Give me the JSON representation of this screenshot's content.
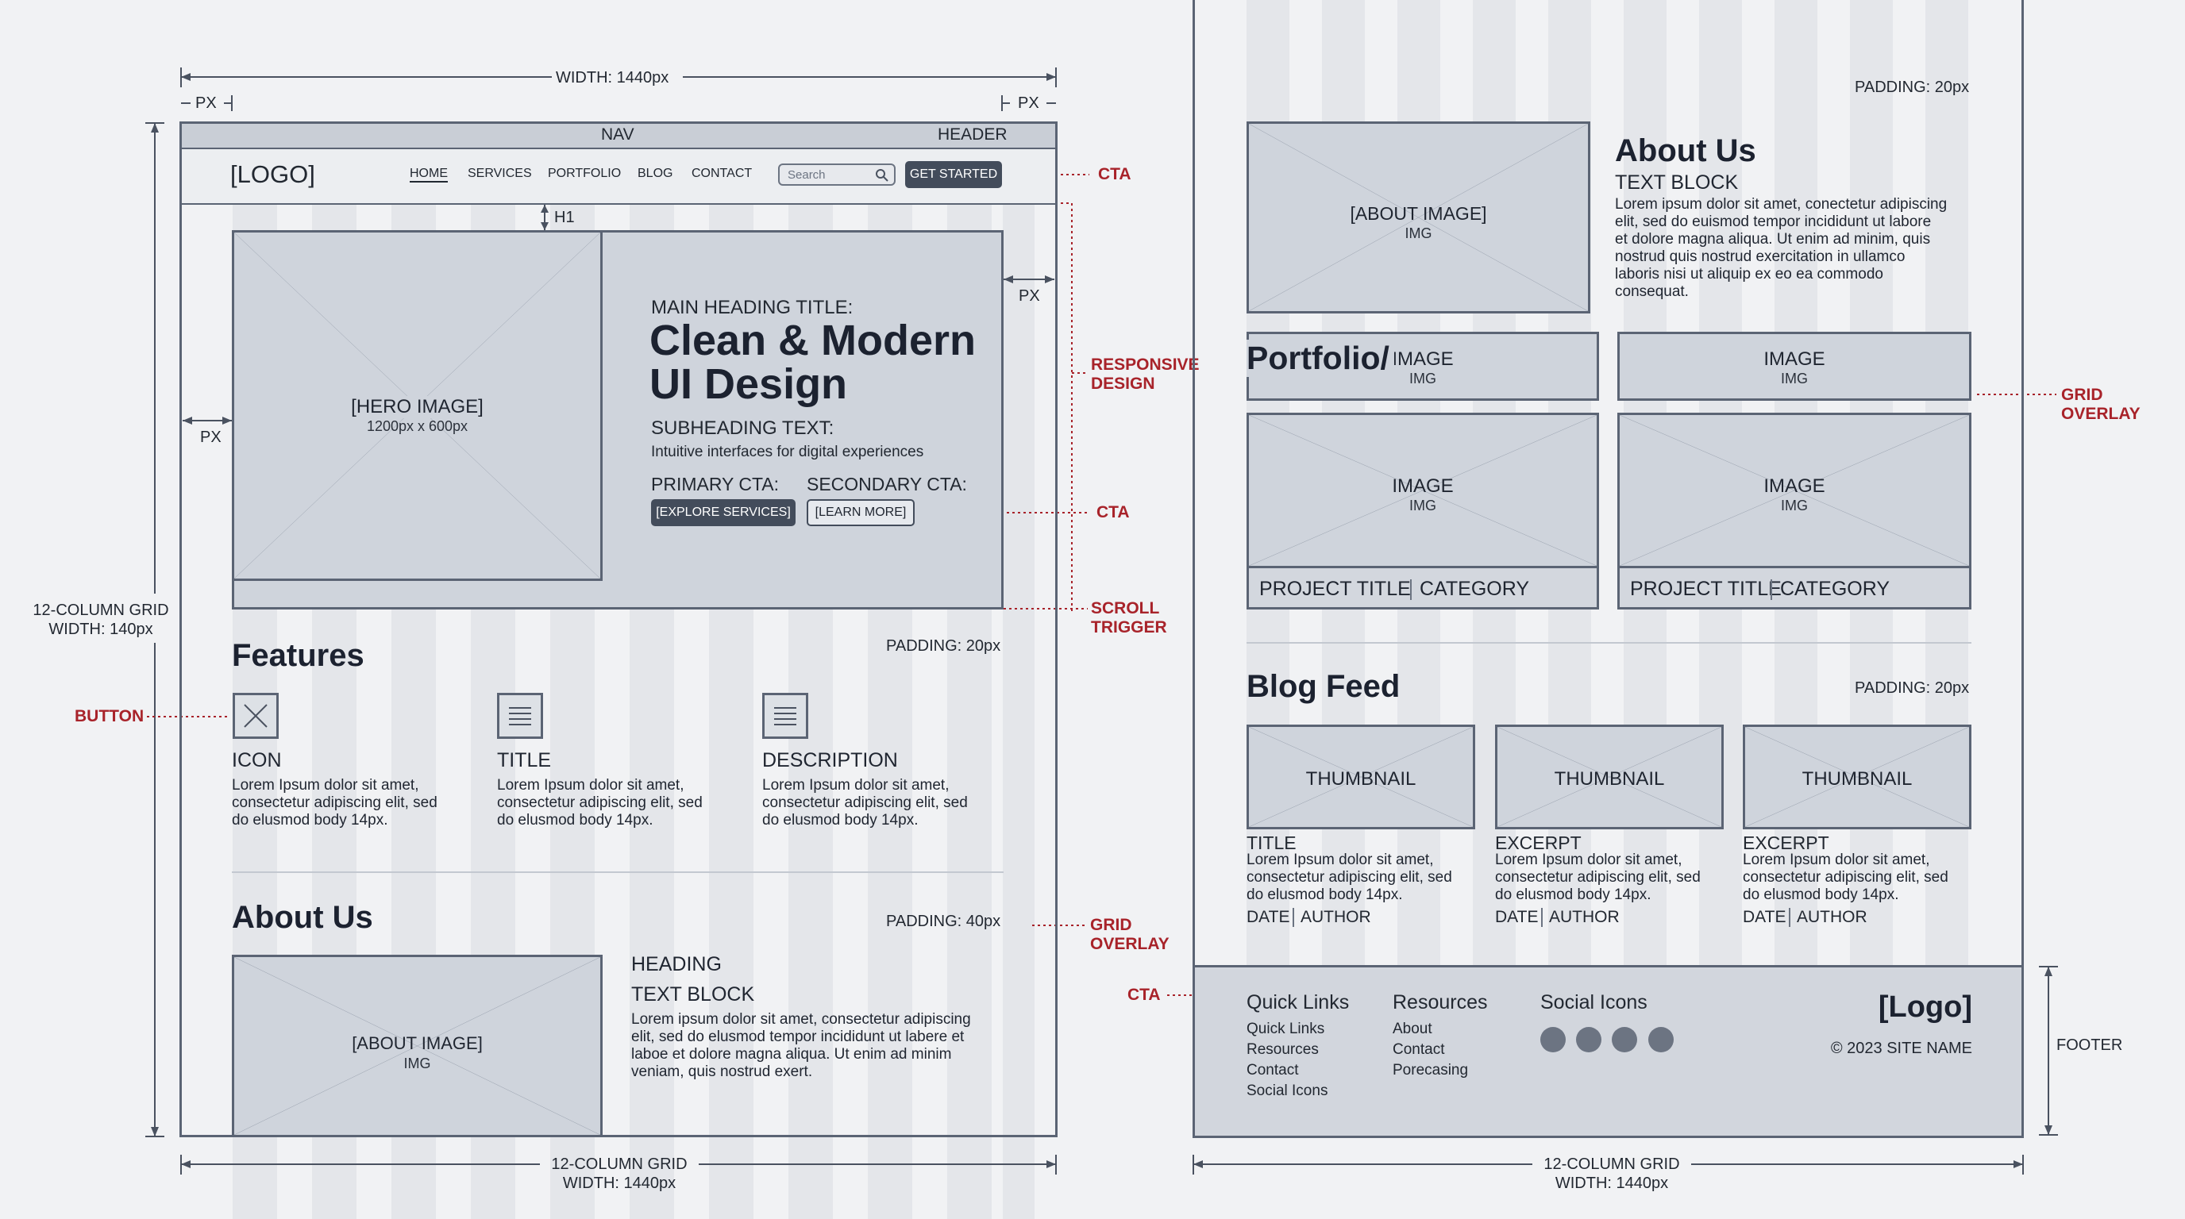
{
  "dims": {
    "width_top": "WIDTH: 1440px",
    "px": "PX",
    "grid_left": "12-COLUMN GRID\nWIDTH: 140px",
    "grid_bottom": "12-COLUMN GRID\nWIDTH: 1440px",
    "h1": "H1",
    "padding20": "PADDING: 20px",
    "padding40": "PADDING: 40px",
    "footer": "FOOTER"
  },
  "annotations": {
    "cta": "CTA",
    "responsive": "RESPONSIVE\nDESIGN",
    "scroll": "SCROLL\nTRIGGER",
    "button": "BUTTON",
    "grid_overlay": "GRID\nOVERLAY"
  },
  "header": {
    "nav_label": "NAV",
    "header_label": "HEADER",
    "logo": "[LOGO]",
    "nav": [
      "HOME",
      "SERVICES",
      "PORTFOLIO",
      "BLOG",
      "CONTACT"
    ],
    "search_placeholder": "Search",
    "cta": "GET STARTED"
  },
  "hero": {
    "image_label": "[HERO IMAGE]",
    "image_size": "1200px x 600px",
    "main_heading_label": "MAIN HEADING TITLE:",
    "title_line1": "Clean & Modern",
    "title_line2": "UI Design",
    "subheading_label": "SUBHEADING TEXT:",
    "subheading": "Intuitive interfaces for digital experiences",
    "primary_label": "PRIMARY CTA:",
    "secondary_label": "SECONDARY CTA:",
    "primary_btn": "[EXPLORE SERVICES]",
    "secondary_btn": "[LEARN MORE]"
  },
  "features": {
    "title": "Features",
    "items": [
      {
        "heading": "ICON",
        "text": "Lorem Ipsum dolor sit amet,\nconsectetur adipiscing elit, sed\ndo elusmod body 14px."
      },
      {
        "heading": "TITLE",
        "text": "Lorem Ipsum dolor sit amet,\nconsectetur adipiscing elit, sed\ndo elusmod body 14px."
      },
      {
        "heading": "DESCRIPTION",
        "text": "Lorem Ipsum dolor sit amet,\nconsectetur adipiscing elit, sed\ndo elusmod body 14px."
      }
    ]
  },
  "about_left": {
    "title": "About Us",
    "image_label": "[ABOUT IMAGE]",
    "image_sub": "IMG",
    "heading": "HEADING",
    "text_block": "TEXT BLOCK",
    "text": "Lorem ipsum dolor sit amet, consectetur adipiscing\nelit, sed do elusmod tempor incididunt ut labere et\nlaboe et dolore magna aliqua. Ut enim ad minim\nveniam, quis nostrud exert."
  },
  "about_right": {
    "title": "About Us",
    "image_label": "[ABOUT IMAGE]",
    "image_sub": "IMG",
    "text_block": "TEXT BLOCK",
    "text": "Lorem ipsum dolor sit amet, conectetur adipiscing\nelit, sed do euismod tempor incididunt ut labore\net dolore magna aliqua. Ut enim ad minim, quis\nnostrud quis nostrud exercitation in ullamco\nlaboris nisi ut aliquip ex eo ea commodo\nconsequat."
  },
  "portfolio": {
    "title": "Portfolio/",
    "image": "IMAGE",
    "img": "IMG",
    "project": "PROJECT TITLE",
    "category": "CATEGORY"
  },
  "blog": {
    "title": "Blog Feed",
    "thumb": "THUMBNAIL",
    "cards": [
      {
        "heading": "TITLE",
        "text": "Lorem Ipsum dolor sit amet,\nconsectetur adipiscing elit, sed\ndo elusmod body 14px.",
        "date": "DATE",
        "author": "AUTHOR"
      },
      {
        "heading": "EXCERPT",
        "text": "Lorem Ipsum dolor sit amet,\nconsectetur adipiscing elit, sed\ndo elusmod body 14px.",
        "date": "DATE",
        "author": "AUTHOR"
      },
      {
        "heading": "EXCERPT",
        "text": "Lorem Ipsum dolor sit amet,\nconsectetur adipiscing elit, sed\ndo elusmod  body 14px.",
        "date": "DATE",
        "author": "AUTHOR"
      }
    ]
  },
  "footer": {
    "quick_title": "Quick Links",
    "quick": [
      "Quick Links",
      "Resources",
      "Contact",
      "Social Icons"
    ],
    "resources_title": "Resources",
    "resources": [
      "About",
      "Contact",
      "Porecasing"
    ],
    "social_title": "Social Icons",
    "logo": "[Logo]",
    "copyright": "© 2023 SITE NAME"
  }
}
